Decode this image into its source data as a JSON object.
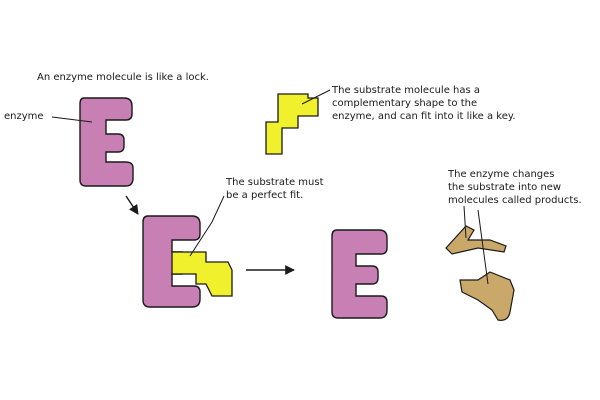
{
  "colors": {
    "enzyme": "#c77fb4",
    "substrate": "#f0f02c",
    "product": "#c9a869",
    "outline": "#1a1a1a"
  },
  "labels": {
    "lock_caption": "An enzyme molecule is like a lock.",
    "enzyme_label": "enzyme",
    "substrate_lines": [
      "The substrate molecule has a",
      "complementary shape to the",
      "enzyme, and can fit into it like a key."
    ],
    "fit_lines": [
      "The substrate must",
      "be a perfect fit."
    ],
    "products_lines": [
      "The enzyme changes",
      "the substrate into new",
      "molecules called products."
    ]
  }
}
